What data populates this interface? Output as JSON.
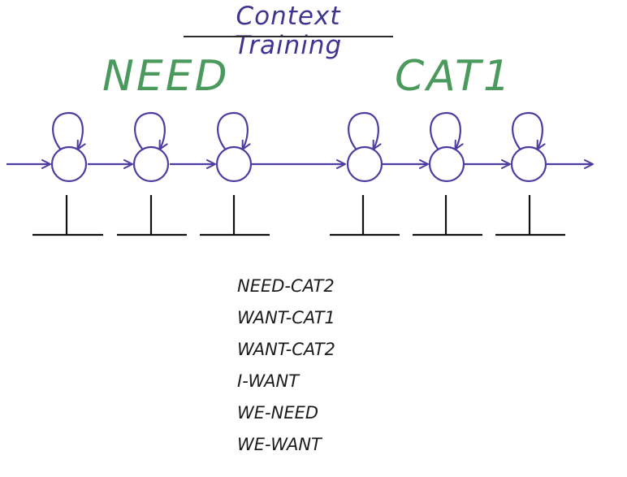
{
  "title": "Context Training",
  "words": {
    "left": "NEED",
    "right": "CAT1"
  },
  "contexts": [
    "NEED-CAT2",
    "WANT-CAT1",
    "WANT-CAT2",
    "I-WANT",
    "WE-NEED",
    "WE-WANT"
  ],
  "colors": {
    "diagram": "#4b3ea0",
    "word": "#4a9a5e",
    "ink": "#111111"
  }
}
